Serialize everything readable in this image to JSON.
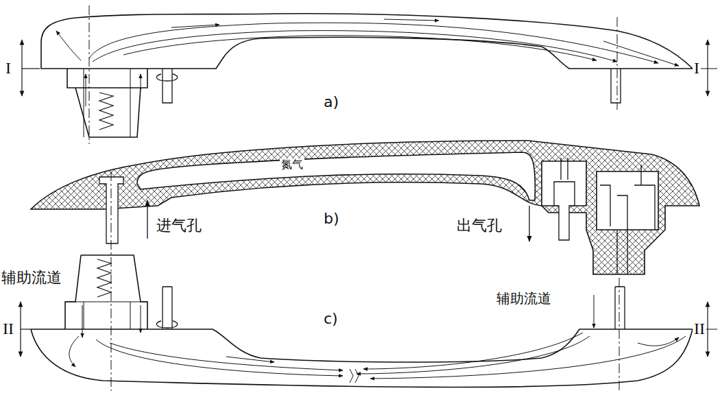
{
  "diagram": {
    "labels": [
      "I",
      "I",
      "a)",
      "氮气",
      "进气孔",
      "b)",
      "出气孔",
      "辅助流道",
      "辅助流道",
      "c)",
      "II",
      "II"
    ]
  }
}
